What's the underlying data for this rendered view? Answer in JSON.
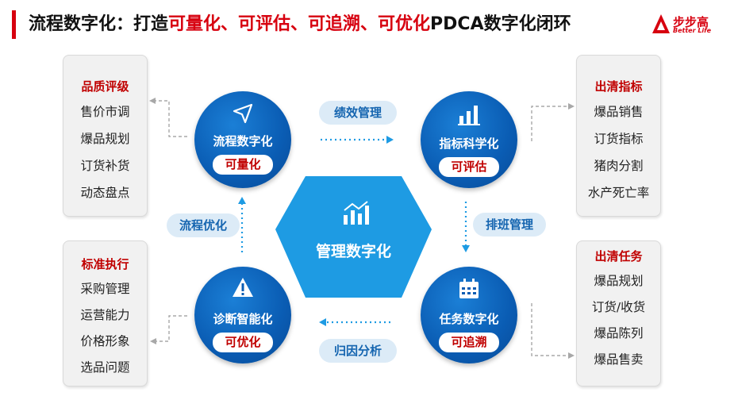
{
  "header": {
    "title_prefix": "流程数字化：打造",
    "title_highlight": "可量化、可评估、可追溯、可优化",
    "title_suffix": "PDCA数字化闭环",
    "logo_text": "步步高",
    "logo_sub": "Better Life"
  },
  "center": {
    "label": "管理数字化",
    "icon": "analytics-chart-icon"
  },
  "nodes": {
    "top_left": {
      "title": "流程数字化",
      "tag": "可量化",
      "icon": "send-arrow-icon"
    },
    "top_right": {
      "title": "指标科学化",
      "tag": "可评估",
      "icon": "bar-chart-icon"
    },
    "bottom_right": {
      "title": "任务数字化",
      "tag": "可追溯",
      "icon": "calendar-icon"
    },
    "bottom_left": {
      "title": "诊断智能化",
      "tag": "可优化",
      "icon": "warning-icon"
    }
  },
  "links": {
    "top": "绩效管理",
    "right": "排班管理",
    "bottom": "归因分析",
    "left": "流程优化"
  },
  "boxes": {
    "top_left": {
      "heading": "品质评级",
      "items": [
        "售价市调",
        "爆品规划",
        "订货补货",
        "动态盘点"
      ]
    },
    "top_right": {
      "heading": "出清指标",
      "items": [
        "爆品销售",
        "订货指标",
        "猪肉分割",
        "水产死亡率"
      ]
    },
    "bottom_left": {
      "heading": "标准执行",
      "items": [
        "采购管理",
        "运营能力",
        "价格形象",
        "选品问题"
      ]
    },
    "bottom_right": {
      "heading": "出清任务",
      "items": [
        "爆品规划",
        "订货/收货",
        "爆品陈列",
        "爆品售卖"
      ]
    }
  },
  "colors": {
    "accent_red": "#d7000f",
    "node_blue": "#0a5cb3",
    "hex_blue": "#1e9be3",
    "link_bg": "#dcebf7"
  }
}
